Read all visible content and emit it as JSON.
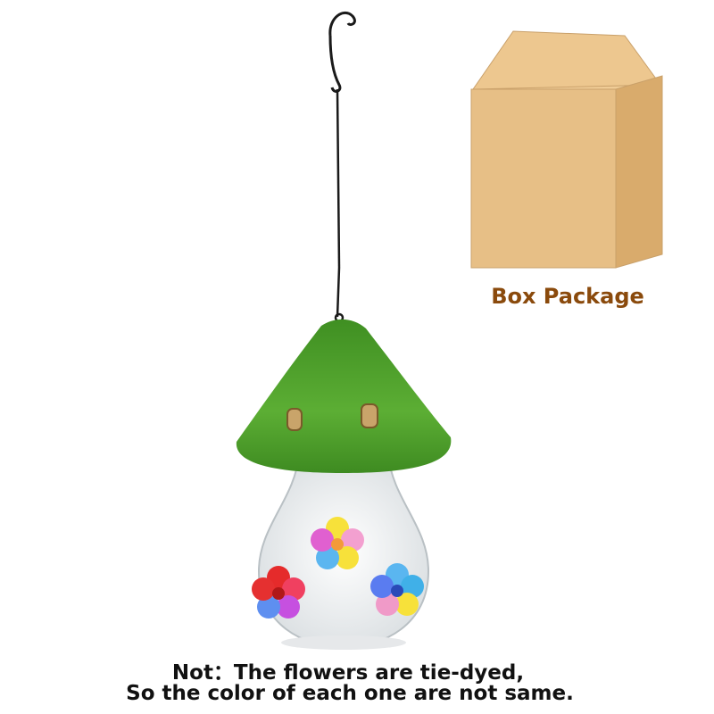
{
  "box_label": "Box Package",
  "note": {
    "line1": "Not：The flowers are tie-dyed,",
    "line2": "So  the color of each one are not same."
  },
  "colors": {
    "grass": "#4c9e2a",
    "box": "#e7bf86",
    "box_label": "#8a4a0c",
    "chain": "#1a1a1a"
  }
}
